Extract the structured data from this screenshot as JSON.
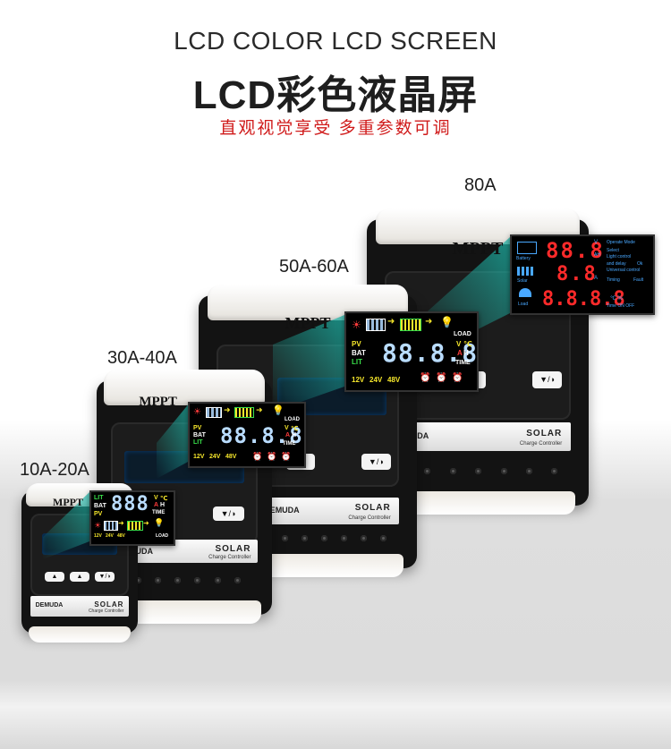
{
  "header": {
    "title_en": "LCD COLOR LCD SCREEN",
    "title_zh": "LCD彩色液晶屏",
    "subtitle_zh": "直观视觉享受  多重参数可调"
  },
  "models": [
    {
      "label": "10A-20A"
    },
    {
      "label": "30A-40A"
    },
    {
      "label": "50A-60A"
    },
    {
      "label": "80A"
    }
  ],
  "device": {
    "mppt": "MPPT",
    "brand": "DEMUDA",
    "solar": "SOLAR",
    "solar_sub": "Charge Controller",
    "btn_up": "▲",
    "btn_down": "▼/◑"
  },
  "lcd_small": {
    "lit": "LIT",
    "bat": "BAT",
    "pv": "PV",
    "digits": "888",
    "unit_v": "V",
    "unit_c": "℃",
    "unit_a": "A",
    "unit_h": "H",
    "time": "TIME",
    "load": "LOAD",
    "v12": "12V",
    "v24": "24V",
    "v48": "48V"
  },
  "lcd_medium": {
    "pv": "PV",
    "bat": "BAT",
    "lit": "LIT",
    "digits": "88.8.8",
    "unit_v": "V",
    "unit_c": "℃",
    "unit_a": "A",
    "unit_h": "H",
    "time": "TIME",
    "load": "LOAD",
    "v12": "12V",
    "v24": "24V",
    "v48": "48V"
  },
  "lcd_large": {
    "pv": "PV",
    "bat": "BAT",
    "lit": "LIT",
    "digits": "88.8.8",
    "unit_v": "V",
    "unit_c": "℃",
    "unit_a": "A",
    "unit_h": "H",
    "time": "TIME",
    "load": "LOAD",
    "v12": "12V",
    "v24": "24V",
    "v48": "48V"
  },
  "lcd_80a": {
    "row1_digits": "88.8",
    "row2_digits": "8.8",
    "row3_digits": "8.8.8.8",
    "battery_lbl": "Battery",
    "solar_lbl": "Solar",
    "load_lbl": "Load",
    "unit_v": "V",
    "unit_ah": "AH",
    "unit_a": "A",
    "operate_mode": "Operate Mode",
    "select": "Select",
    "light_control": "Light control",
    "and_delay": "and delay",
    "ok": "Ok",
    "universal_control": "Universal control",
    "fault": "Fault",
    "timing": "Timing",
    "temp_units": "℃ %",
    "time_on_off": "Time ON OFF"
  },
  "colors": {
    "accent_red": "#d01b1b",
    "beam": "#1fb5a8",
    "seg_blue": "#b9dcff",
    "seg_red": "#ff2a2a"
  }
}
